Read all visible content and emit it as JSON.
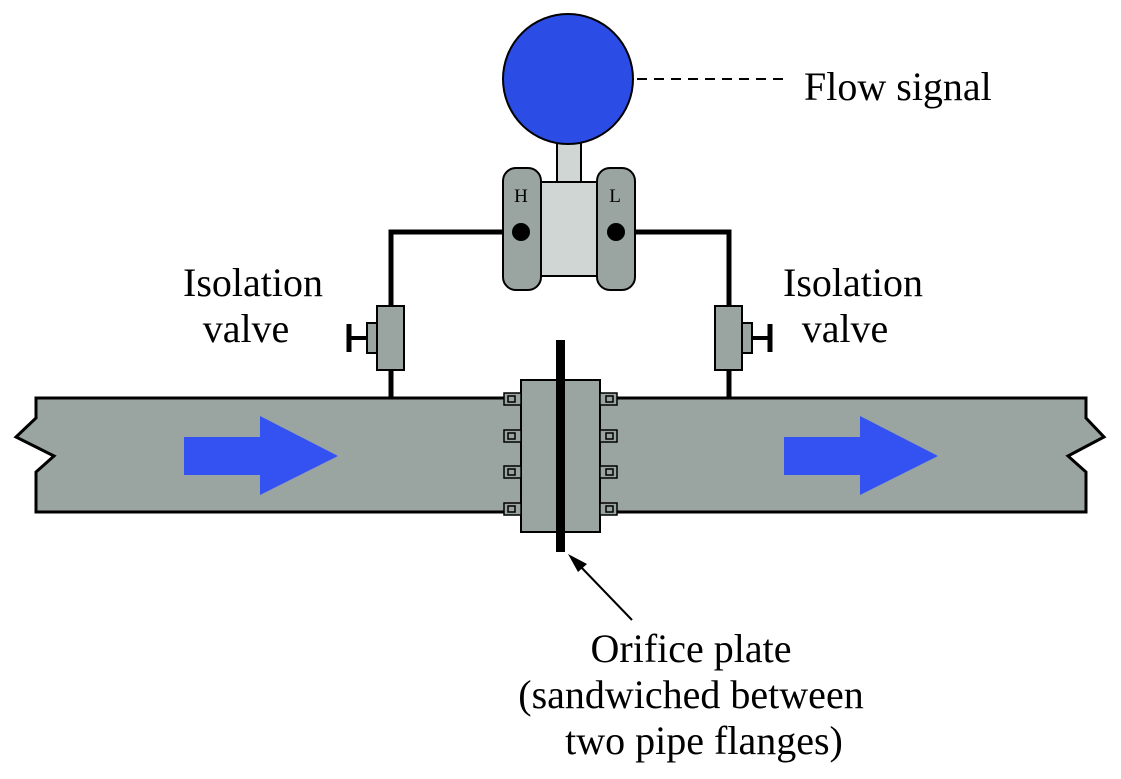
{
  "labels": {
    "flow_signal": "Flow signal",
    "isolation_valve_left": [
      "Isolation",
      "valve"
    ],
    "isolation_valve_right": [
      "Isolation",
      "valve"
    ],
    "orifice_plate": [
      "Orifice plate",
      "(sandwiched between",
      "two pipe flanges)"
    ],
    "port_high": "H",
    "port_low": "L"
  },
  "colors": {
    "pipe": "#9aa5a2",
    "transmitter_body": "#cfd6d4",
    "indicator": "#2b4de6",
    "flow_arrow": "#3451f2",
    "outline": "#000000"
  },
  "icons": {
    "flow_direction": "right-arrow-icon"
  }
}
